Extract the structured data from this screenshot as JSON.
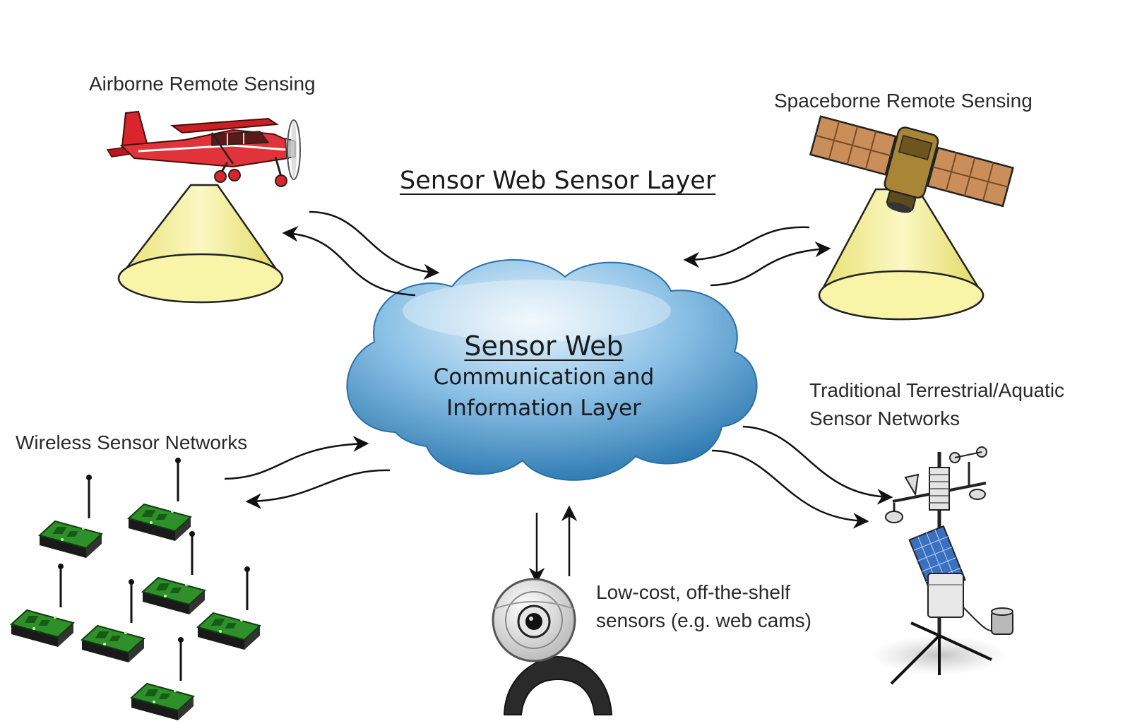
{
  "diagram": {
    "layer_title": "Sensor Web Sensor Layer",
    "cloud": {
      "title": "Sensor Web",
      "line1": "Communication and",
      "line2": "Information Layer"
    },
    "nodes": {
      "airborne": {
        "label": "Airborne Remote Sensing",
        "icon": "airplane-icon"
      },
      "spaceborne": {
        "label": "Spaceborne Remote Sensing",
        "icon": "satellite-icon"
      },
      "wireless": {
        "label": "Wireless Sensor Networks",
        "icon": "sensor-mote-icon"
      },
      "terrestrial": {
        "line1": "Traditional Terrestrial/Aquatic",
        "line2": "Sensor Networks",
        "icon": "weather-station-icon"
      },
      "lowcost": {
        "line1": "Low-cost, off-the-shelf",
        "line2": "sensors (e.g. web cams)",
        "icon": "webcam-icon"
      }
    },
    "colors": {
      "cloud_dark": "#1e6ea8",
      "cloud_light": "#d8ecf8",
      "cone": "#f4f09a",
      "board": "#2f8f2a",
      "plane": "#d8262c"
    }
  }
}
